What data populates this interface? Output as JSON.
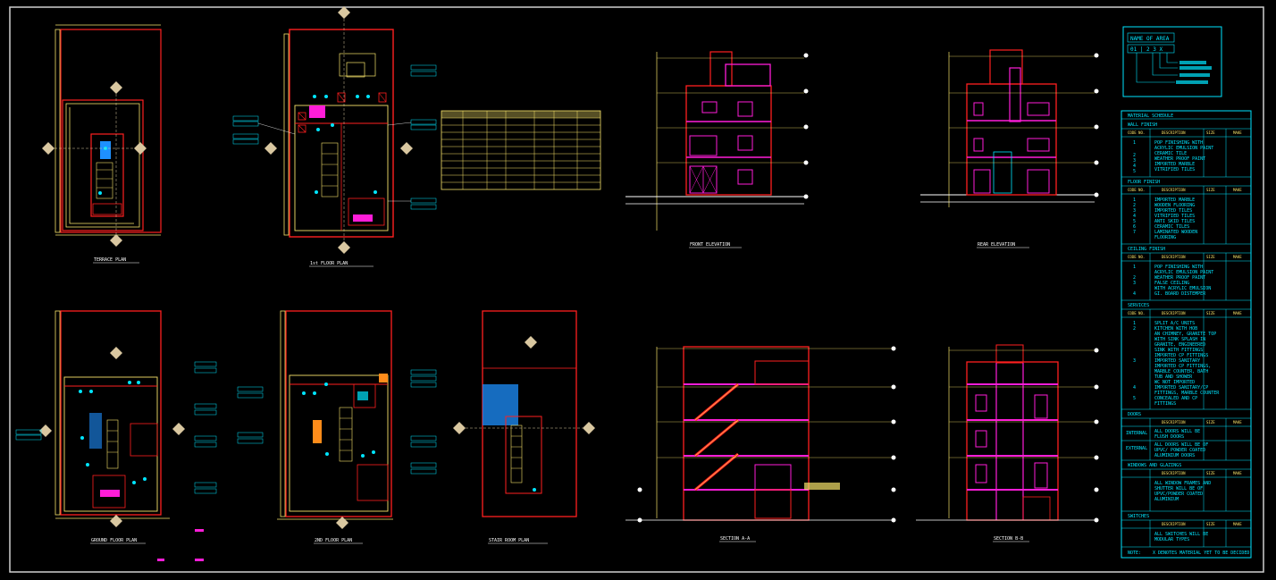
{
  "colors": {
    "background": "#000000",
    "wall": "#ff2020",
    "yellow": "#f7e36a",
    "cyan": "#00e5ff",
    "magenta": "#ff1dd8",
    "white": "#ffffff",
    "tan": "#d9c7a0",
    "blue": "#1e90ff",
    "orange": "#ff8c1a"
  },
  "legend": {
    "title": "NAME OF AREA",
    "code": "01 | 2 3 X"
  },
  "schedule": {
    "title": "MATERIAL SCHEDULE",
    "sections": [
      {
        "heading": "WALL FINISH",
        "cols": [
          "CODE NO.",
          "DESCRIPTION",
          "SIZE",
          "MAKE"
        ],
        "nums": "1\n2\n3\n4\n5",
        "desc": [
          "POP FINISHING WITH",
          "ACRYLIC EMULSION PAINT",
          "CERAMIC TILE",
          "WEATHER PROOF PAINT",
          "IMPORTED MARBLE",
          "VITRIFIED TILES"
        ]
      },
      {
        "heading": "FLOOR FINISH",
        "cols": [
          "CODE NO.",
          "DESCRIPTION",
          "SIZE",
          "MAKE"
        ],
        "nums": "1\n2\n3\n4\n5\n6\n7",
        "desc": [
          "IMPORTED MARBLE",
          "WOODEN FLOORING",
          "IMPORTED TILES",
          "VITRIFIED TILES",
          "ANTI SKID TILES",
          "CERAMIC TILES",
          "LAMINATED WOODEN",
          "FLOORING"
        ]
      },
      {
        "heading": "CEILING FINISH",
        "cols": [
          "CODE NO.",
          "DESCRIPTION",
          "SIZE",
          "MAKE"
        ],
        "nums": "1\n2\n3\n4",
        "desc": [
          "POP FINISHING WITH",
          "ACRYLIC EMULSION PAINT",
          "WEATHER PROOF PAINT",
          "FALSE CEILING",
          "WITH ACRYLIC EMULSION",
          "GI. BOARD DISTEMPER"
        ]
      },
      {
        "heading": "SERVICES",
        "cols": [
          "CODE NO.",
          "DESCRIPTION",
          "SIZE",
          "MAKE"
        ],
        "nums": "1\n2\n3\n4\n5",
        "desc": [
          "SPLIT A/C UNITS",
          "KITCHEN WITH HOB",
          "AN CHIMNEY, GRANITE TOP",
          "WITH SINK SPLASH IN",
          "GRANITE, ENGINEERED",
          "SINK WITH FITTINGS",
          "IMPORTED CP FITTINGS",
          "IMPORTED SANITARY",
          "IMPORTED CP FITTINGS,",
          "MARBLE COUNTER, BATH",
          "TUB AND SHOWER",
          "WC NOT IMPORTED",
          "IMPORTED SANITARY/CP",
          "FITTINGS, MARBLE COUNTER",
          "CONCEALED AND CP",
          "FITTINGS"
        ]
      },
      {
        "heading": "DOORS",
        "cols": [
          "",
          "DESCRIPTION",
          "SIZE",
          "MAKE"
        ],
        "rows": [
          {
            "key": "INTERNAL",
            "desc": [
              "ALL DOORS WILL BE",
              "FLUSH DOORS"
            ]
          },
          {
            "key": "EXTERNAL",
            "desc": [
              "ALL DOORS WILL BE OF",
              "UPVC/ POWDER COATED",
              "ALUMINIUM DOORS"
            ]
          }
        ]
      },
      {
        "heading": "WINDOWS AND GLAZINGS",
        "cols": [
          "",
          "DESCRIPTION",
          "SIZE",
          "MAKE"
        ],
        "desc": [
          "ALL WINDOW FRAMES AND",
          "SHUTTER WILL BE OF",
          "UPVC/POWDER COATED",
          "ALUMINIUM"
        ]
      },
      {
        "heading": "SWITCHES",
        "cols": [
          "",
          "DESCRIPTION",
          "SIZE",
          "MAKE"
        ],
        "desc": [
          "ALL SWITCHES WILL BE",
          "MODULAR TYPES"
        ]
      }
    ],
    "note_label": "NOTE:",
    "note_text": "X DENOTES MATERIAL YET TO BE DECIDED"
  },
  "views": [
    {
      "title": "TERRACE PLAN"
    },
    {
      "title": "1st FLOOR PLAN"
    },
    {
      "title": "FRONT ELEVATION"
    },
    {
      "title": "REAR ELEVATION"
    },
    {
      "title": "GROUND FLOOR PLAN"
    },
    {
      "title": "2ND FLOOR PLAN"
    },
    {
      "title": "STAIR ROOM PLAN"
    },
    {
      "title": "SECTION A-A"
    },
    {
      "title": "SECTION B-B"
    }
  ]
}
